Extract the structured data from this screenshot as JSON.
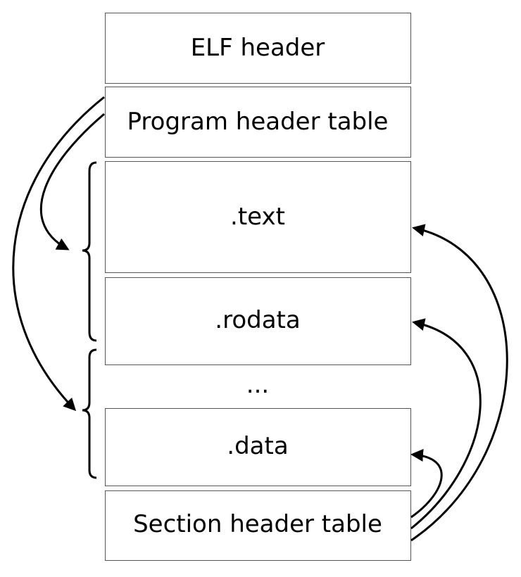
{
  "blocks": {
    "elf_header": "ELF header",
    "program_header_table": "Program header table",
    "text": ".text",
    "rodata": ".rodata",
    "ellipsis": "...",
    "data": ".data",
    "section_header_table": "Section header table"
  },
  "colors": {
    "stroke": "#000000",
    "box_border": "#555555",
    "background": "#ffffff"
  }
}
